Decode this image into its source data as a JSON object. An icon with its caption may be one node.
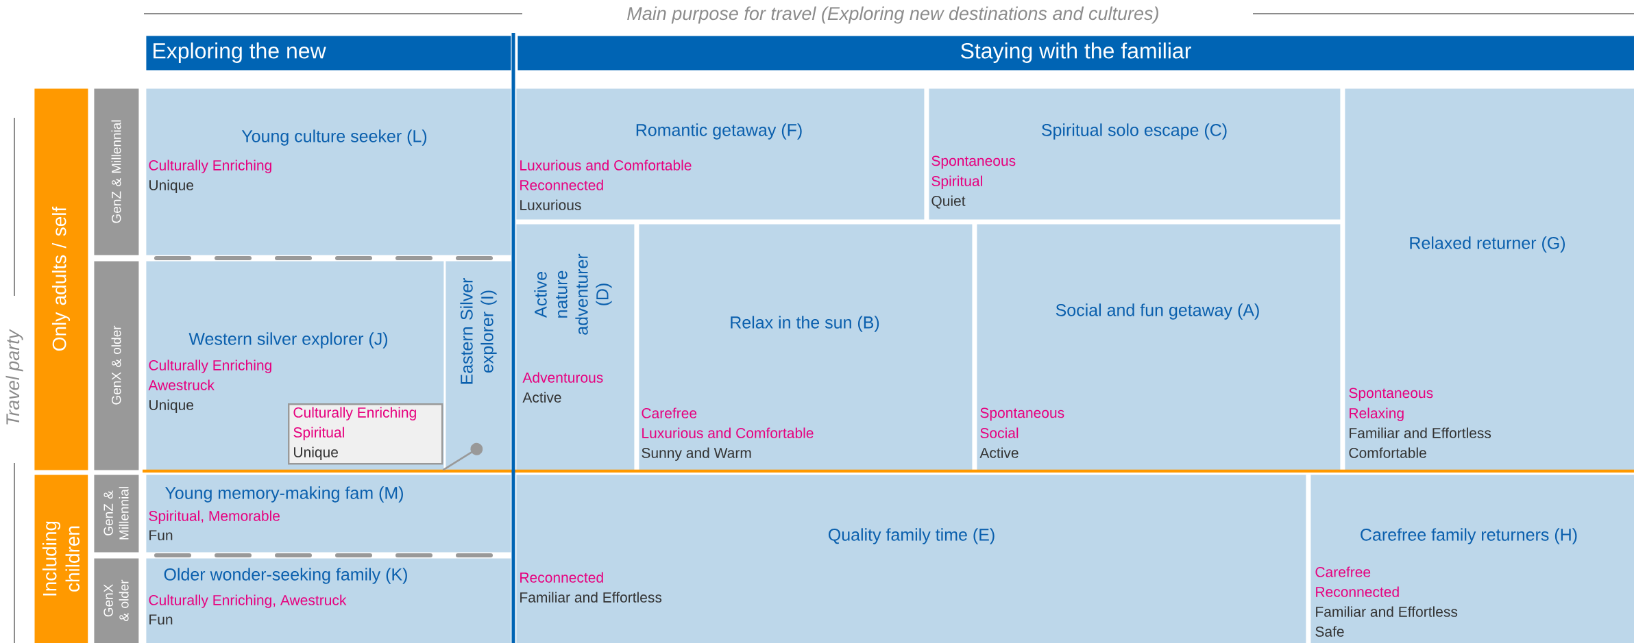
{
  "diagram": {
    "nodes": [
      {
        "text": [
          "Exploring the new"
        ]
      },
      {
        "text": [
          "Staying with the familiar"
        ]
      },
      {
        "text": [
          "Only adults / self"
        ]
      },
      {
        "text": [
          "GenZ & Millennial"
        ]
      },
      {
        "text": [
          "Young culture seeker (L)",
          "Culturally Enriching",
          "Unique"
        ]
      },
      {
        "text": [
          "Romantic getaway (F)",
          "Luxurious and Comfortable",
          "Reconnected",
          "Luxurious"
        ]
      },
      {
        "text": [
          "Spiritual solo escape (C)",
          "Spontaneous",
          "Spiritual",
          "Quiet"
        ]
      },
      {
        "text": [
          "Relaxed returner (G)",
          "Spontaneous",
          "Relaxing",
          "Familiar and Effortless",
          "Comfortable"
        ]
      },
      {
        "text": [
          "GenX & older"
        ]
      },
      {
        "text": [
          "Western silver explorer (J)",
          "Culturally Enriching",
          "Awestruck",
          "Unique"
        ]
      },
      {
        "text": [
          "Culturally Enriching",
          "Spiritual",
          "Unique"
        ],
        "in": 9
      },
      {
        "text": [
          "Eastern Silver explorer (I)"
        ]
      },
      {
        "text": [
          "Active nature adventurer (D)",
          "Adventurous",
          "Active"
        ]
      },
      {
        "text": [
          "Relax in the sun (B)",
          "Carefree",
          "Luxurious and Comfortable",
          "Sunny and Warm"
        ]
      },
      {
        "text": [
          "Social and fun getaway (A)",
          "Spontaneous",
          "Social",
          "Active"
        ]
      },
      {
        "text": [
          "Including children"
        ]
      },
      {
        "text": [
          "GenZ & Millennial"
        ]
      },
      {
        "text": [
          "Young memory-making fam (M)",
          "Spiritual, Memorable",
          "Fun"
        ]
      },
      {
        "text": [
          "Quality family time (E)",
          "Reconnected",
          "Familiar and Effortless"
        ]
      },
      {
        "text": [
          "Carefree family returners (H)",
          "Carefree",
          "Reconnected",
          "Familiar and Effortless",
          "Safe"
        ]
      },
      {
        "text": [
          "GenX & older"
        ]
      },
      {
        "text": [
          "Older wonder-seeking family (K)",
          "Culturally Enriching, Awestruck",
          "Fun"
        ]
      }
    ],
    "edges": [
      {
        "from": 10,
        "to": 11,
        "arrow": "other"
      }
    ],
    "labels": [
      "Main purpose for travel (Exploring new destinations and cultures)",
      "Travel party"
    ]
  }
}
